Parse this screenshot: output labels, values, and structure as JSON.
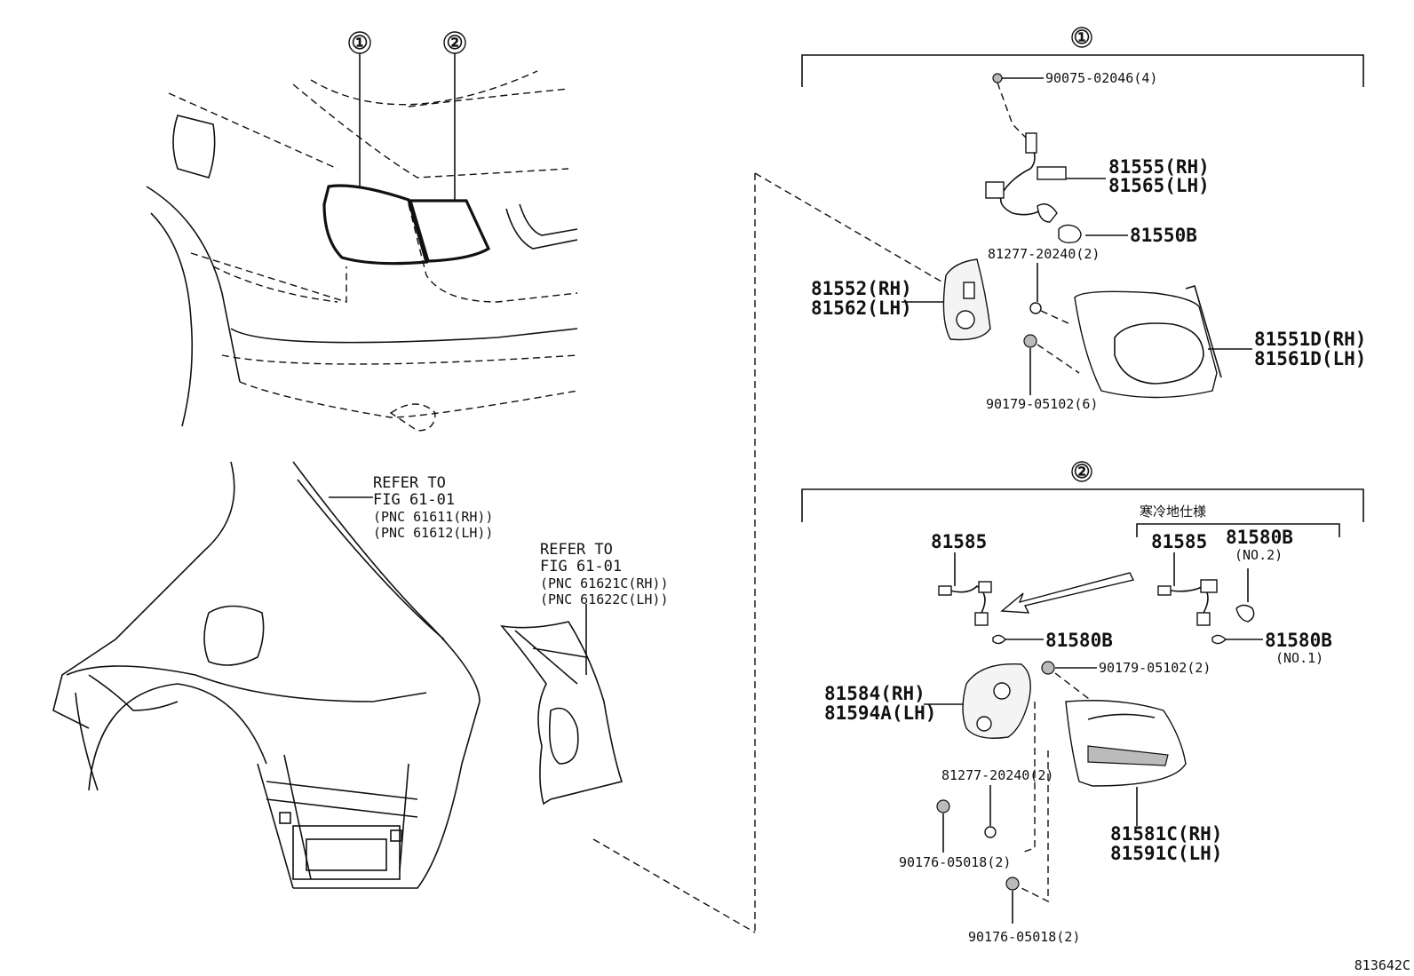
{
  "callouts": {
    "one": "①",
    "two": "②"
  },
  "refs": {
    "ref1": {
      "line1": "REFER TO",
      "line2": "FIG 61-01",
      "line3": "(PNC 61611(RH))",
      "line4": "(PNC 61612(LH))"
    },
    "ref2": {
      "line1": "REFER TO",
      "line2": "FIG 61-01",
      "line3": "(PNC 61621C(RH))",
      "line4": "(PNC 61622C(LH))"
    }
  },
  "group1": {
    "p_screw": "90075-02046(4)",
    "p_socket_rh": "81555(RH)",
    "p_socket_lh": "81565(LH)",
    "p_bulb": "81550B",
    "p_clip": "81277-20240(2)",
    "p_gasket_rh": "81552(RH)",
    "p_gasket_lh": "81562(LH)",
    "p_lamp_rh": "81551D(RH)",
    "p_lamp_lh": "81561D(LH)",
    "p_nut": "90179-05102(6)"
  },
  "group2": {
    "cold_spec": "寒冷地仕様",
    "p_socket_a": "81585",
    "p_socket_b": "81585",
    "p_bulb_no2": "81580B",
    "p_bulb_no2_note": "(NO.2)",
    "p_bulb_a": "81580B",
    "p_bulb_no1": "81580B",
    "p_bulb_no1_note": "(NO.1)",
    "p_nut": "90179-05102(2)",
    "p_gasket_rh": "81584(RH)",
    "p_gasket_lh": "81594A(LH)",
    "p_clip": "81277-20240(2)",
    "p_lamp_rh": "81581C(RH)",
    "p_lamp_lh": "81591C(LH)",
    "p_nut_a": "90176-05018(2)",
    "p_nut_b": "90176-05018(2)"
  },
  "figure_id": "813642C"
}
